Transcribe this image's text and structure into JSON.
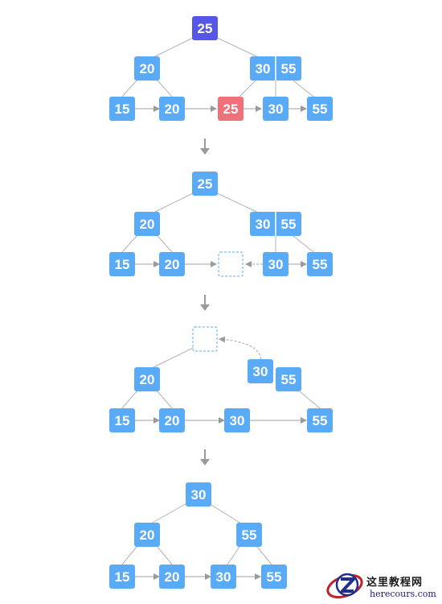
{
  "colors": {
    "node": "#5aabf7",
    "root_highlight": "#5656e8",
    "deleted": "#f0717a",
    "edge": "#b5b5b5",
    "arrow_down": "#9a9a9a",
    "placeholder": "#5aabf7"
  },
  "diagram": {
    "steps": [
      {
        "internal": [
          "25",
          "20",
          "30",
          "55"
        ],
        "leaves": [
          "15",
          "20",
          "25",
          "30",
          "55"
        ]
      },
      {
        "internal": [
          "25",
          "20",
          "30",
          "55"
        ],
        "leaves": [
          "15",
          "20",
          "30",
          "55"
        ]
      },
      {
        "internal": [
          "20",
          "30",
          "55"
        ],
        "leaves": [
          "15",
          "20",
          "30",
          "55"
        ]
      },
      {
        "internal": [
          "30",
          "20",
          "55"
        ],
        "leaves": [
          "15",
          "20",
          "30",
          "55"
        ]
      }
    ]
  },
  "watermark": {
    "logo_icon": "z-logo-icon",
    "title": "这里教程网",
    "url": "herecours.com"
  }
}
